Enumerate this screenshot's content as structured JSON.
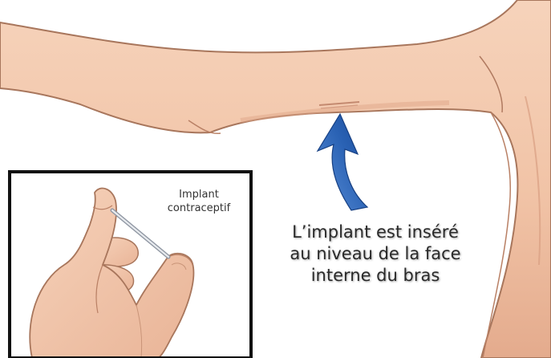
{
  "caption": {
    "line1": "L’implant est inséré",
    "line2": "au niveau de la face",
    "line3": "interne du bras"
  },
  "inset": {
    "label_line1": "Implant",
    "label_line2": "contraceptif"
  },
  "colors": {
    "skin": "#f3c8ac",
    "skin_shadow": "#e2a98a",
    "outline": "#9a6a52",
    "arrow": "#1f56a8",
    "arrow_light": "#4f86d4",
    "inset_border": "#111111",
    "implant_rod": "#c9ced6"
  }
}
